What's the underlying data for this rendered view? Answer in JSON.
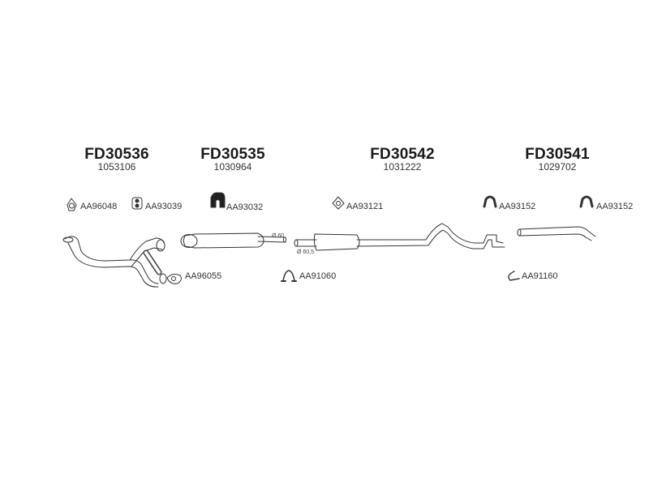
{
  "groups": [
    {
      "code": "FD30536",
      "number": "1053106"
    },
    {
      "code": "FD30535",
      "number": "1030964"
    },
    {
      "code": "FD30542",
      "number": "1031222"
    },
    {
      "code": "FD30541",
      "number": "1029702"
    }
  ],
  "parts": {
    "aa96048": "AA96048",
    "aa93039": "AA93039",
    "aa93032": "AA93032",
    "aa93121": "AA93121",
    "aa93152_a": "AA93152",
    "aa93152_b": "AA93152",
    "aa96055": "AA96055",
    "aa91060": "AA91060",
    "aa91160": "AA91160"
  },
  "dimensions": {
    "d60": "Ø 60",
    "d60_5": "Ø 60,5"
  }
}
